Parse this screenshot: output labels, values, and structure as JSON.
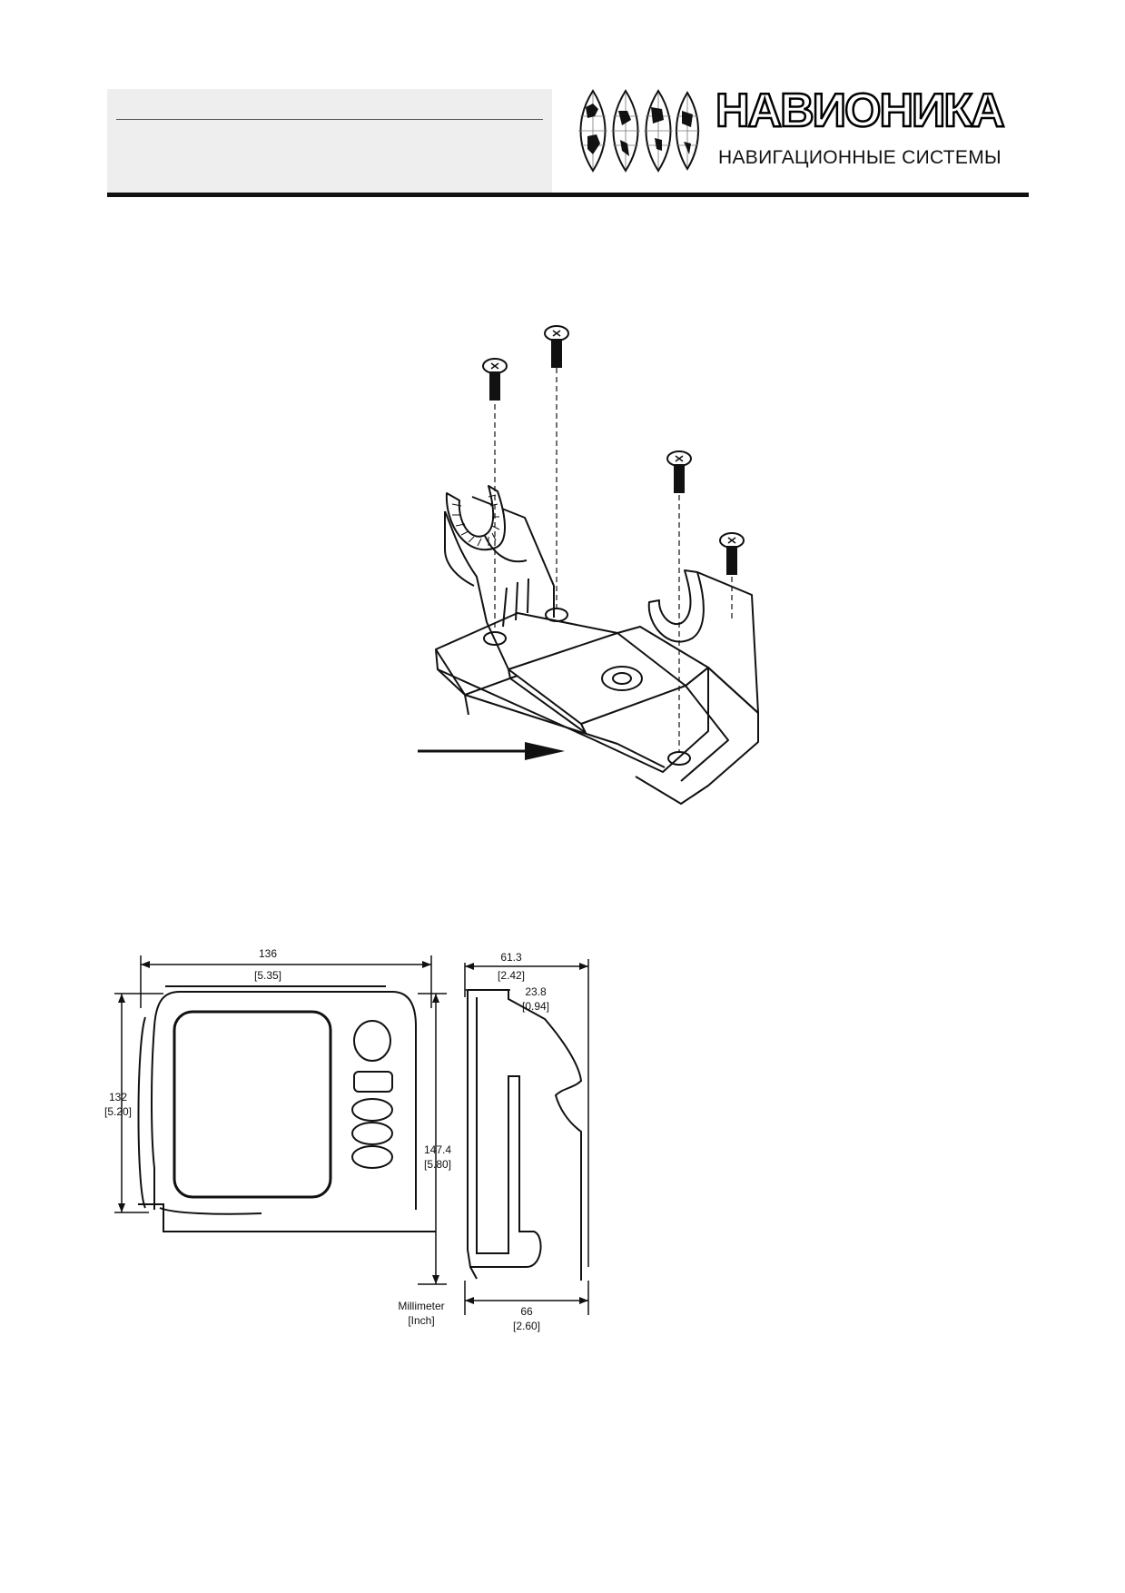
{
  "header": {
    "brand_name": "НАВИОНИКА",
    "brand_tagline": "НАВИГАЦИОННЫЕ СИСТЕМЫ",
    "logo_icon": "globe-segments-icon"
  },
  "dimension_drawing": {
    "front_width_mm": "136",
    "front_width_in": "[5.35]",
    "front_height_mm": "132",
    "front_height_in": "[5.20]",
    "overall_height_mm": "147.4",
    "overall_height_in": "[5.80]",
    "units_label_mm": "Millimeter",
    "units_label_in": "[Inch]",
    "side_top_depth_mm": "61.3",
    "side_top_depth_in": "[2.42]",
    "side_offset_mm": "23.8",
    "side_offset_in": "[0.94]",
    "side_bottom_depth_mm": "66",
    "side_bottom_depth_in": "[2.60]"
  }
}
